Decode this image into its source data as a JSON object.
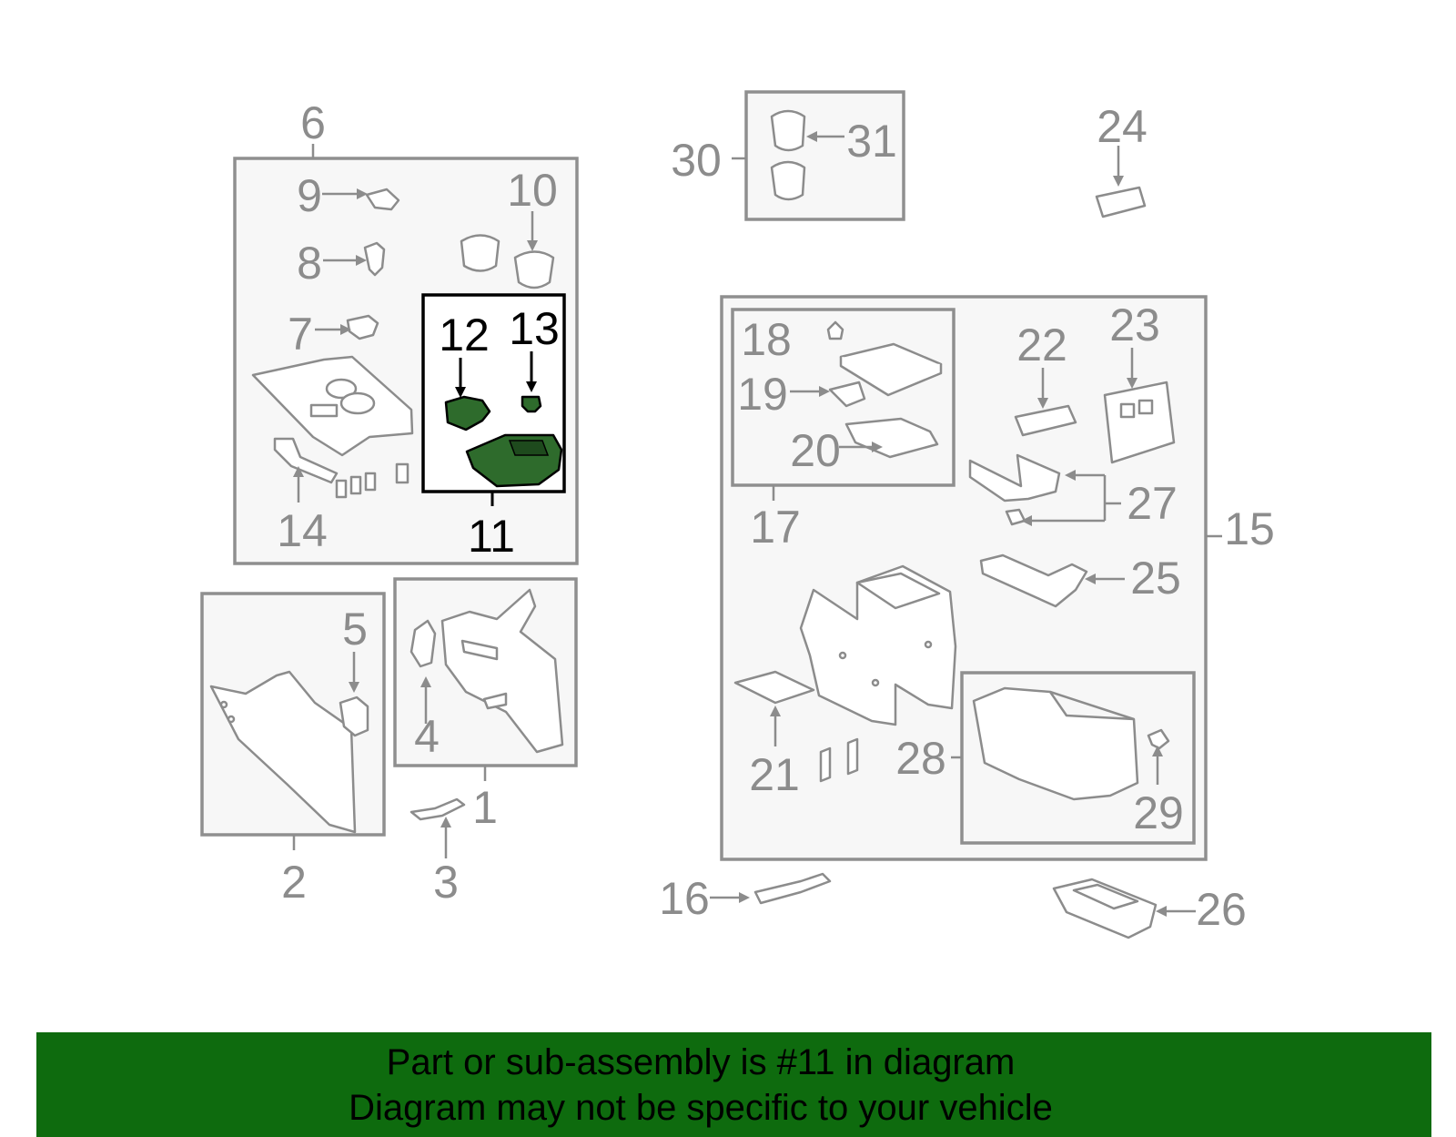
{
  "callouts": {
    "c1": "1",
    "c2": "2",
    "c3": "3",
    "c4": "4",
    "c5": "5",
    "c6": "6",
    "c7": "7",
    "c8": "8",
    "c9": "9",
    "c10": "10",
    "c11": "11",
    "c12": "12",
    "c13": "13",
    "c14": "14",
    "c15": "15",
    "c16": "16",
    "c17": "17",
    "c18": "18",
    "c19": "19",
    "c20": "20",
    "c21": "21",
    "c22": "22",
    "c23": "23",
    "c24": "24",
    "c25": "25",
    "c26": "26",
    "c27": "27",
    "c28": "28",
    "c29": "29",
    "c30": "30",
    "c31": "31"
  },
  "highlighted_part": "11",
  "colors": {
    "highlight_part": "#2e6b2c",
    "banner_background": "#0e6b0e",
    "callout_text": "#8c8c8c",
    "outline": "#8f8f8f"
  },
  "banner": {
    "line1": "Part or sub-assembly is #11 in diagram",
    "line2": "Diagram may not be specific to your vehicle"
  }
}
